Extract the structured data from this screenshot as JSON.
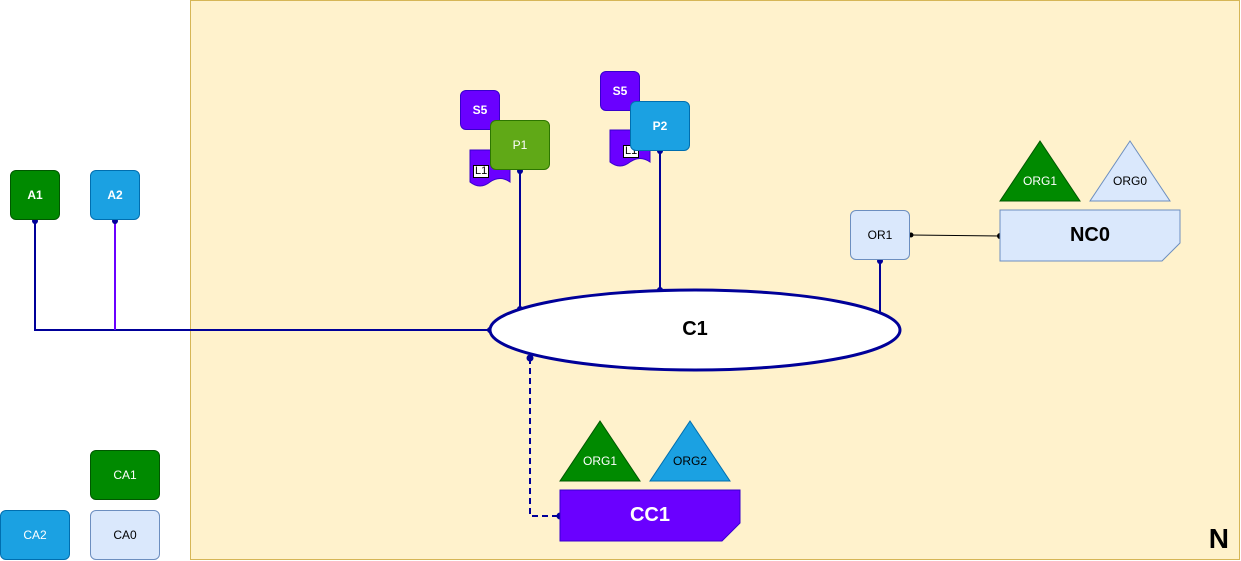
{
  "network": {
    "label": "N"
  },
  "channel": {
    "label": "C1"
  },
  "legend_cas": {
    "ca1": "CA1",
    "ca2": "CA2",
    "ca0": "CA0"
  },
  "apps": {
    "a1": "A1",
    "a2": "A2"
  },
  "peers": {
    "p1": {
      "label": "P1",
      "smart_contract": "S5",
      "ledger": "L1"
    },
    "p2": {
      "label": "P2",
      "smart_contract": "S5",
      "ledger": "L1"
    }
  },
  "orderer": {
    "label": "OR1"
  },
  "network_config": {
    "label": "NC0",
    "orgs": [
      "ORG1",
      "ORG0"
    ]
  },
  "channel_config": {
    "label": "CC1",
    "orgs": [
      "ORG1",
      "ORG2"
    ]
  },
  "colors": {
    "network_fill": "#fff2cc",
    "channel_stroke": "#000099",
    "dark_green": "#008a00",
    "light_green": "#60a917",
    "blue": "#1ba1e2",
    "pale_blue": "#dae8fc",
    "purple": "#6a00ff"
  }
}
